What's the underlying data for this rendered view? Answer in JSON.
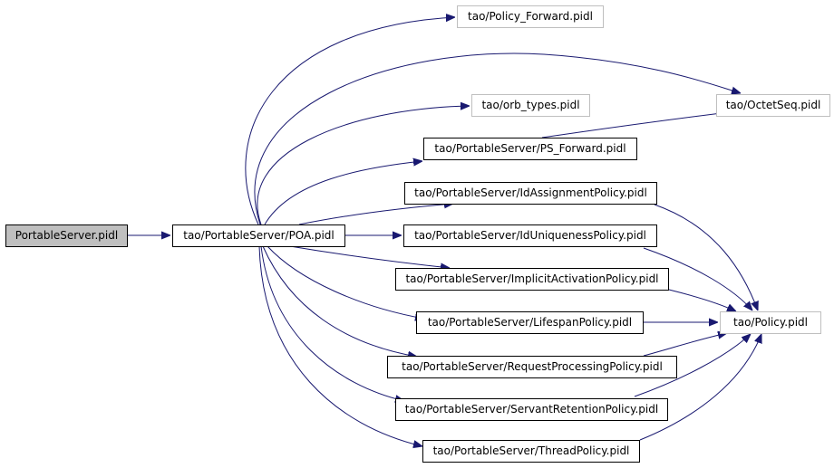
{
  "diagram": {
    "nodes": {
      "root": "PortableServer.pidl",
      "poa": "tao/PortableServer/POA.pidl",
      "policy_forward": "tao/Policy_Forward.pidl",
      "octetseq": "tao/OctetSeq.pidl",
      "orb_types": "tao/orb_types.pidl",
      "ps_forward": "tao/PortableServer/PS_Forward.pidl",
      "idassignment": "tao/PortableServer/IdAssignmentPolicy.pidl",
      "iduniqueness": "tao/PortableServer/IdUniquenessPolicy.pidl",
      "implicitactivation": "tao/PortableServer/ImplicitActivationPolicy.pidl",
      "lifespan": "tao/PortableServer/LifespanPolicy.pidl",
      "requestprocessing": "tao/PortableServer/RequestProcessingPolicy.pidl",
      "servantretention": "tao/PortableServer/ServantRetentionPolicy.pidl",
      "threadpolicy": "tao/PortableServer/ThreadPolicy.pidl",
      "policy": "tao/Policy.pidl"
    },
    "colors": {
      "edge": "#191970",
      "root_fill": "#bfbfbf",
      "external_border": "#bfbfbf",
      "node_border": "#000000"
    }
  }
}
